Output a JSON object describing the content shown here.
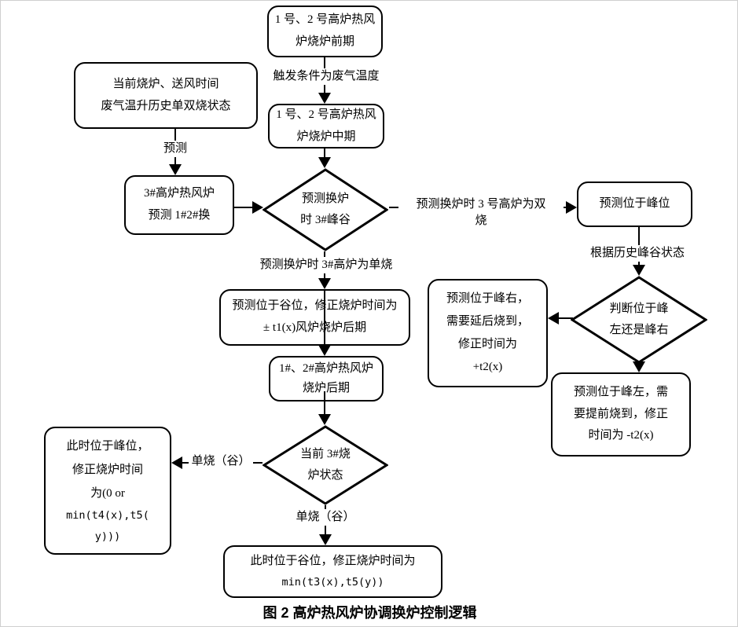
{
  "figure": {
    "caption": "图 2  高炉热风炉协调换炉控制逻辑"
  },
  "colors": {
    "line": "#000000",
    "fill": "#ffffff",
    "text": "#000000"
  },
  "nodes": {
    "early": {
      "lines": [
        "1 号、2 号高炉热风",
        "炉烧炉前期"
      ]
    },
    "mid": {
      "lines": [
        "1 号、2 号高炉热风",
        "炉烧炉中期"
      ]
    },
    "inputs": {
      "lines": [
        "当前烧炉、送风时间",
        "废气温升历史单双烧状态"
      ]
    },
    "predict3": {
      "lines": [
        "3#高炉热风炉",
        "预测 1#2#换"
      ]
    },
    "peak_pos": {
      "lines": [
        "预测位于峰位"
      ]
    },
    "peak_right": {
      "lines": [
        "预测位于峰右，",
        "需要延后烧到，",
        "修正时间为",
        "+t2(x)"
      ]
    },
    "peak_left": {
      "lines": [
        "预测位于峰左，需",
        "要提前烧到，修正",
        "时间为 -t2(x)"
      ]
    },
    "valley_pos": {
      "lines": [
        "预测位于谷位，修正烧炉时间为",
        "± t1(x)风炉烧炉后期"
      ]
    },
    "late": {
      "lines": [
        "1#、2#高炉热风炉",
        "烧炉后期"
      ]
    },
    "at_peak": {
      "lines": [
        "此时位于峰位，",
        "修正烧炉时间",
        "为(0 or",
        "min(t4(x),t5(",
        "y)))"
      ]
    },
    "at_valley": {
      "lines": [
        "此时位于谷位，修正烧炉时间为",
        "min(t3(x),t5(y))"
      ]
    }
  },
  "decisions": {
    "d1": {
      "lines": [
        "预测换炉",
        "时 3#峰谷"
      ]
    },
    "d2": {
      "lines": [
        "判断位于峰",
        "左还是峰右"
      ]
    },
    "d3": {
      "lines": [
        "当前 3#烧",
        "炉状态"
      ]
    }
  },
  "edge_labels": {
    "trigger": "触发条件为废气温度",
    "predict": "预测",
    "double_burn": {
      "lines": [
        "预测换炉时 3 号高炉为双",
        "烧"
      ]
    },
    "history": "根据历史峰谷状态",
    "single_burn": "预测换炉时 3#高炉为单烧",
    "single_valley_left": "单烧（谷）",
    "single_valley_down": "单烧（谷）"
  }
}
